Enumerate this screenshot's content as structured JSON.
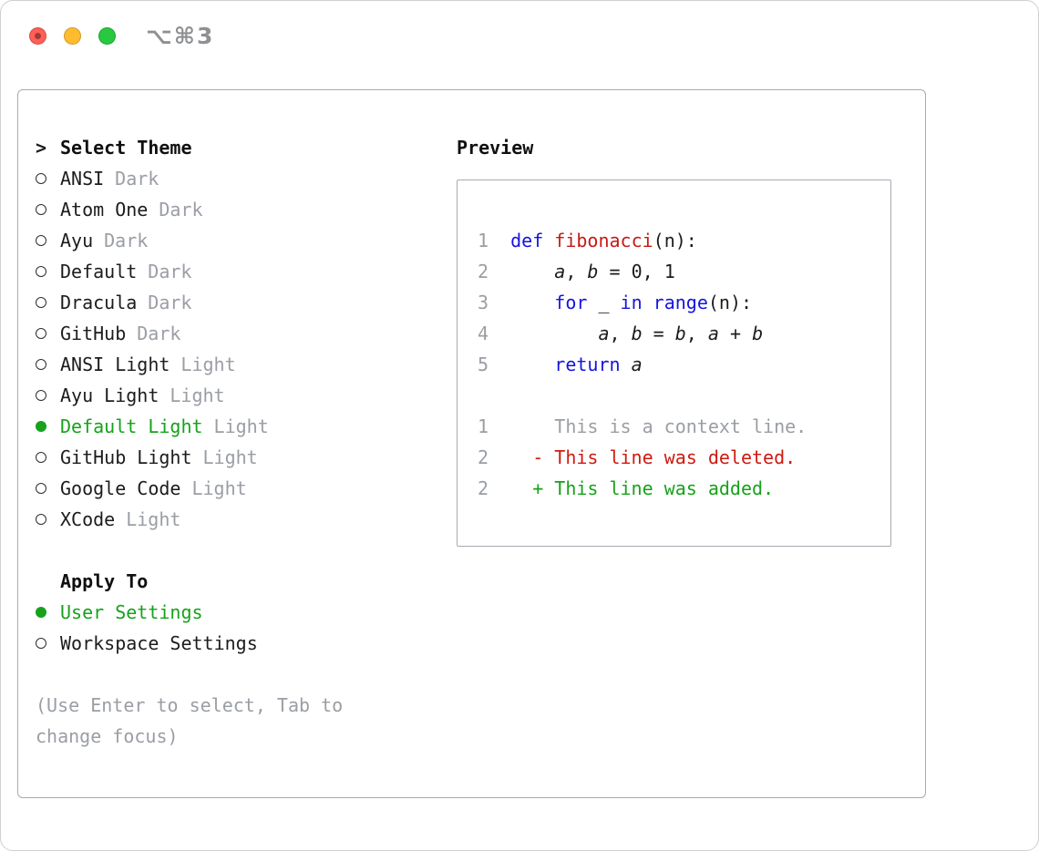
{
  "window": {
    "title": "⌥⌘3"
  },
  "left": {
    "prompt": ">",
    "header": "Select Theme",
    "themes": [
      {
        "name": "ANSI",
        "variant": "Dark",
        "selected": false
      },
      {
        "name": "Atom One",
        "variant": "Dark",
        "selected": false
      },
      {
        "name": "Ayu",
        "variant": "Dark",
        "selected": false
      },
      {
        "name": "Default",
        "variant": "Dark",
        "selected": false
      },
      {
        "name": "Dracula",
        "variant": "Dark",
        "selected": false
      },
      {
        "name": "GitHub",
        "variant": "Dark",
        "selected": false
      },
      {
        "name": "ANSI Light",
        "variant": "Light",
        "selected": false
      },
      {
        "name": "Ayu Light",
        "variant": "Light",
        "selected": false
      },
      {
        "name": "Default Light",
        "variant": "Light",
        "selected": true
      },
      {
        "name": "GitHub Light",
        "variant": "Light",
        "selected": false
      },
      {
        "name": "Google Code",
        "variant": "Light",
        "selected": false
      },
      {
        "name": "XCode",
        "variant": "Light",
        "selected": false
      }
    ],
    "apply_header": "Apply To",
    "apply_options": [
      {
        "label": "User Settings",
        "selected": true
      },
      {
        "label": "Workspace Settings",
        "selected": false
      }
    ],
    "hint": "(Use Enter to select, Tab to change focus)"
  },
  "preview": {
    "header": "Preview",
    "lines": [
      {
        "num": "1",
        "tokens": [
          [
            "def",
            "kw"
          ],
          [
            " ",
            ""
          ],
          [
            "fibonacci",
            "fn"
          ],
          [
            "(n):",
            ""
          ]
        ]
      },
      {
        "num": "2",
        "tokens": [
          [
            "    ",
            ""
          ],
          [
            "a",
            "var"
          ],
          [
            ", ",
            ""
          ],
          [
            "b",
            "var"
          ],
          [
            " = 0, 1",
            ""
          ]
        ]
      },
      {
        "num": "3",
        "tokens": [
          [
            "    ",
            ""
          ],
          [
            "for",
            "kw"
          ],
          [
            " _ ",
            ""
          ],
          [
            "in",
            "kw"
          ],
          [
            " ",
            ""
          ],
          [
            "range",
            "kw"
          ],
          [
            "(n):",
            ""
          ]
        ]
      },
      {
        "num": "4",
        "tokens": [
          [
            "        ",
            ""
          ],
          [
            "a",
            "var"
          ],
          [
            ", ",
            ""
          ],
          [
            "b",
            "var"
          ],
          [
            " = ",
            ""
          ],
          [
            "b",
            "var"
          ],
          [
            ", ",
            ""
          ],
          [
            "a",
            "var"
          ],
          [
            " + ",
            ""
          ],
          [
            "b",
            "var"
          ]
        ]
      },
      {
        "num": "5",
        "tokens": [
          [
            "    ",
            ""
          ],
          [
            "return",
            "kw"
          ],
          [
            " ",
            ""
          ],
          [
            "a",
            "var"
          ]
        ]
      },
      {
        "num": "",
        "tokens": []
      },
      {
        "num": "1",
        "tokens": [
          [
            "    This is a context line.",
            "ctx"
          ]
        ]
      },
      {
        "num": "2",
        "tokens": [
          [
            "  - This line was deleted.",
            "del"
          ]
        ]
      },
      {
        "num": "2",
        "tokens": [
          [
            "  + This line was added.",
            "add"
          ]
        ]
      }
    ]
  },
  "colors": {
    "keyword": "#1414e0",
    "function": "#c41a16",
    "added": "#16a21a",
    "deleted": "#d0190f",
    "muted": "#9a9ea4",
    "text": "#1c1c1e",
    "green": "#16a21a",
    "border": "#a6abb2",
    "traffic_red": "#ff5f57",
    "traffic_yellow": "#febc2e",
    "traffic_green": "#28c840"
  }
}
